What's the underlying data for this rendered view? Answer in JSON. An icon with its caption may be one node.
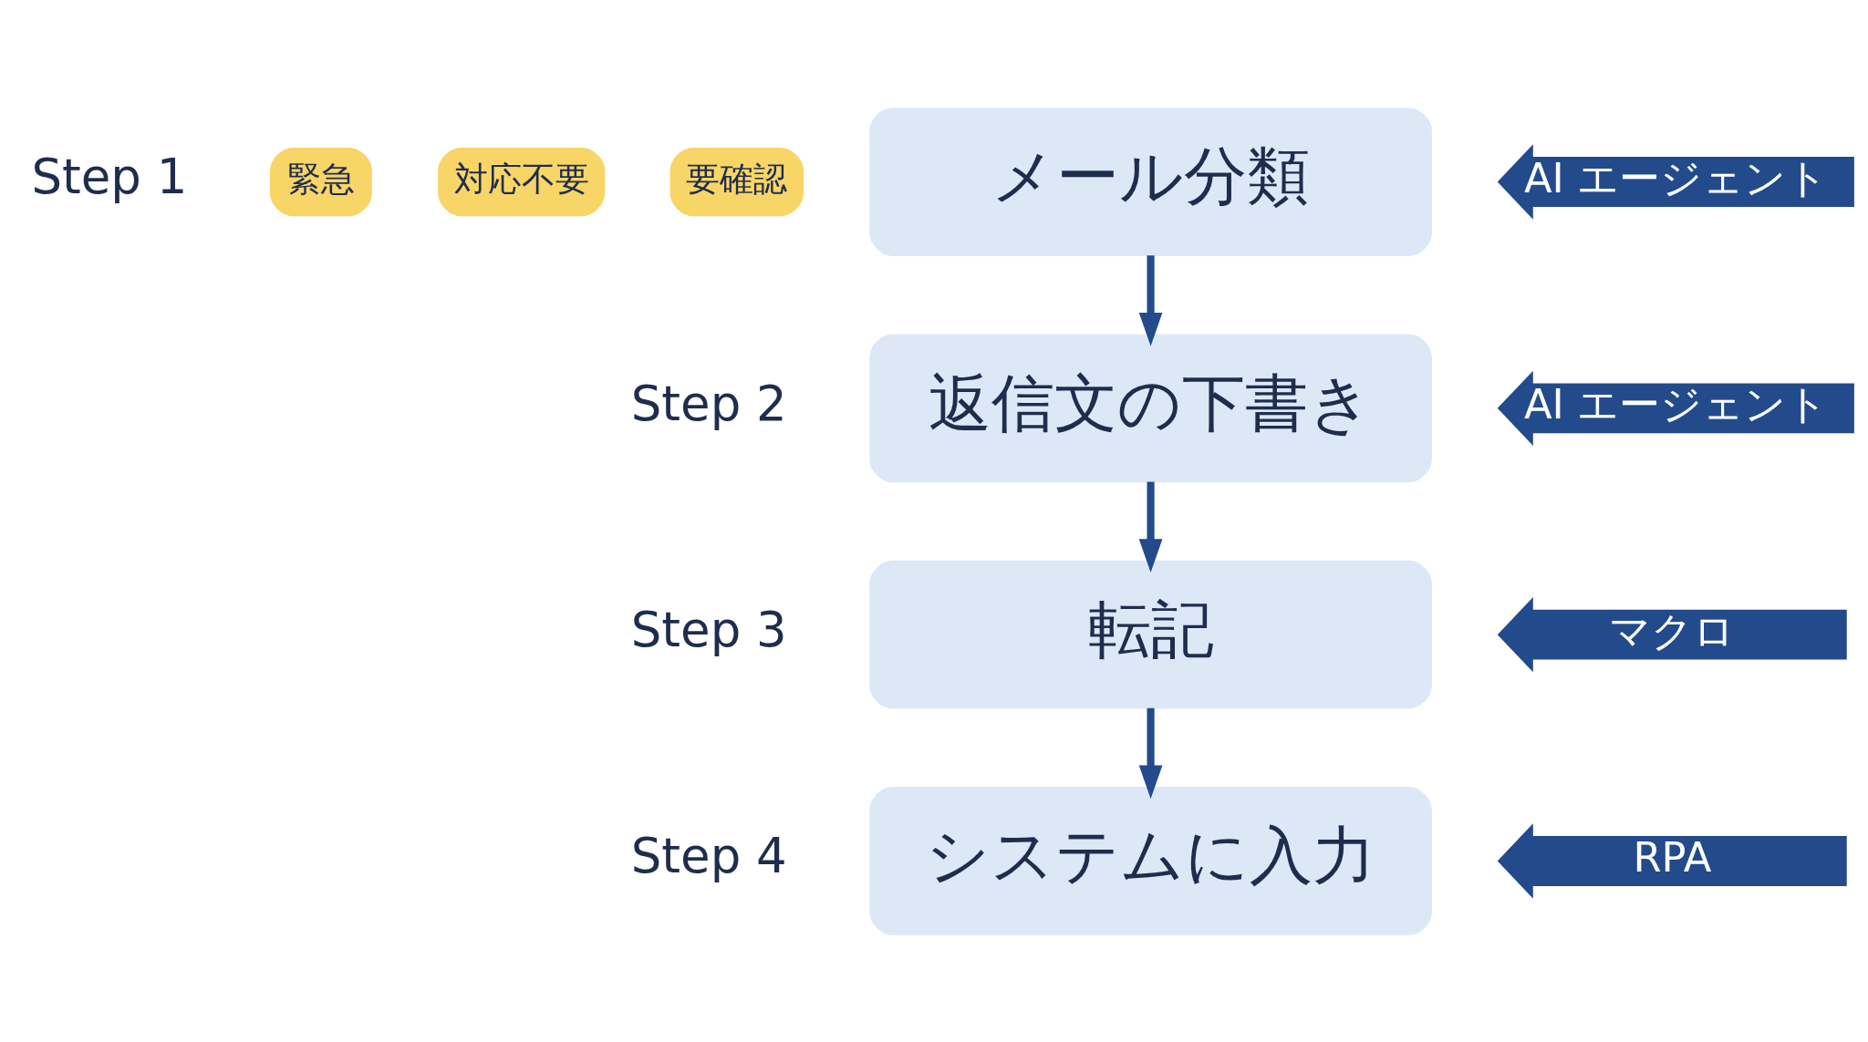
{
  "diagram": {
    "nodes": [
      {
        "text": [
          "緊急"
        ]
      },
      {
        "text": [
          "対応不要"
        ]
      },
      {
        "text": [
          "要確認"
        ]
      },
      {
        "text": [
          "メール分類"
        ]
      },
      {
        "text": [
          "AI エージェント"
        ]
      },
      {
        "text": [
          "返信文の下書き"
        ]
      },
      {
        "text": [
          "AI エージェント"
        ]
      },
      {
        "text": [
          "転記"
        ]
      },
      {
        "text": [
          "マクロ"
        ]
      },
      {
        "text": [
          "システムに入力"
        ]
      },
      {
        "text": [
          "RPA"
        ]
      }
    ],
    "edges": [
      {
        "from": 3,
        "to": 5,
        "arrow": "to"
      },
      {
        "from": 5,
        "to": 7,
        "arrow": "to"
      },
      {
        "from": 7,
        "to": 9,
        "arrow": "to"
      }
    ],
    "labels": [
      "Step 1",
      "Step 2",
      "Step 3",
      "Step 4"
    ]
  }
}
